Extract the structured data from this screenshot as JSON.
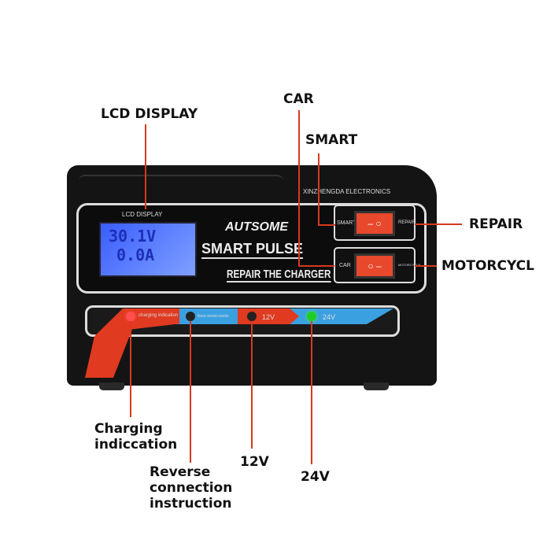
{
  "callouts": {
    "lcd": "LCD DISPLAY",
    "car": "CAR",
    "smart": "SMART",
    "repair": "REPAIR",
    "motorcycle": "MOTORCYCL",
    "charging": "Charging indiccation",
    "reverse": "Reverse connection instruction",
    "v12": "12V",
    "v24": "24V"
  },
  "device": {
    "brand": "AUTSOME",
    "maker": "XINZHENGDA ELECTRONICS",
    "lcd_label": "LCD DISPLAY",
    "title": "SMART PULSE",
    "subtitle": "REPAIR THE CHARGER",
    "lcd_voltage": "30.1V",
    "lcd_current": "0.0A",
    "switch1_left": "SMART",
    "switch1_right": "REPAIR",
    "switch2_left": "CAR",
    "switch2_right": "MOTORCYCLE",
    "strip_charging": "charging indication",
    "strip_reverse": "Reverse connection instruction",
    "strip_12v": "12V",
    "strip_24v": "24V"
  },
  "colors": {
    "accent": "#d8391f",
    "blue": "#3aa0e0"
  }
}
